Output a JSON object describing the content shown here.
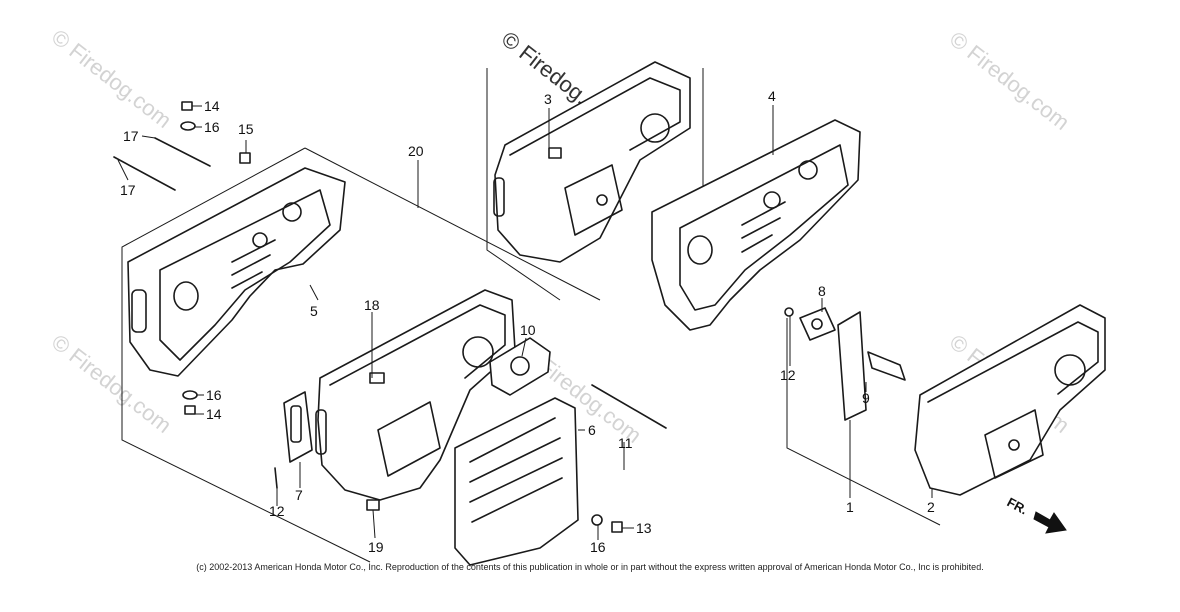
{
  "watermark": {
    "text": "© Firedog.com",
    "color": "#d3d3d3"
  },
  "copyright_notice": "(c) 2002-2013 American Honda Motor Co., Inc. Reproduction of the contents of this publication in whole or in part without the express written approval of American Honda Motor Co., Inc is prohibited.",
  "direction_indicator": {
    "label": "FR."
  },
  "callouts": {
    "c14_top": "14",
    "c16_top": "16",
    "c17_top": "17",
    "c15": "15",
    "c17_bottom": "17",
    "c20": "20",
    "c3": "3",
    "c4": "4",
    "c5": "5",
    "c16_mid": "16",
    "c14_mid": "14",
    "c18": "18",
    "c10": "10",
    "c6": "6",
    "c11": "11",
    "c7": "7",
    "c12_left": "12",
    "c19": "19",
    "c16_bottom": "16",
    "c13": "13",
    "c8": "8",
    "c12_right": "12",
    "c9": "9",
    "c1": "1",
    "c2": "2"
  }
}
